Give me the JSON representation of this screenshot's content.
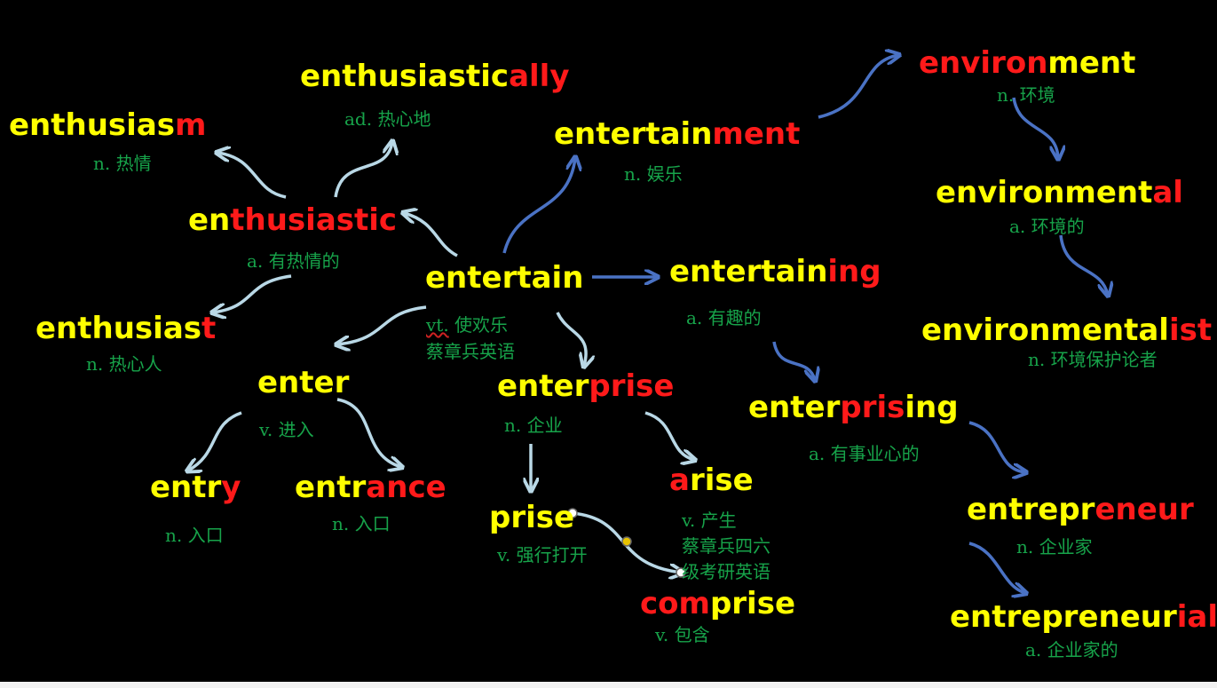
{
  "colors": {
    "root": "#ffff00",
    "affix": "#ff1a1a",
    "meaning": "#17a34a",
    "arrow_blue": "#4a72c4",
    "arrow_light": "#b9d8e6",
    "background": "#000000"
  },
  "words": [
    {
      "id": "enthusiastically",
      "parts": [
        "enthusiastic",
        "ally"
      ],
      "meaning": "ad. 热心地"
    },
    {
      "id": "enthusiasm",
      "parts": [
        "enthusias",
        "m"
      ],
      "meaning": "n. 热情"
    },
    {
      "id": "enthusiastic",
      "parts": [
        "en",
        "thusiastic"
      ],
      "meaning": "a. 有热情的"
    },
    {
      "id": "enthusiast",
      "parts": [
        "enthusias",
        "t"
      ],
      "meaning": "n. 热心人"
    },
    {
      "id": "entertainment",
      "parts": [
        "entertain",
        "ment"
      ],
      "meaning": "n. 娱乐"
    },
    {
      "id": "environment",
      "parts": [
        "environ",
        "ment"
      ],
      "meaning": "n. 环境"
    },
    {
      "id": "environmental",
      "parts": [
        "environment",
        "al"
      ],
      "meaning": "a. 环境的"
    },
    {
      "id": "environmentalist",
      "parts": [
        "environmental",
        "ist"
      ],
      "meaning": "n. 环境保护论者"
    },
    {
      "id": "entertain",
      "parts": [
        "entertain",
        ""
      ],
      "meaning": "vt. 使欢乐",
      "meaning_word": "vt.",
      "meaning_rest": " 使欢乐",
      "note": "蔡章兵英语"
    },
    {
      "id": "entertaining",
      "parts": [
        "entertain",
        "ing"
      ],
      "meaning": "a. 有趣的"
    },
    {
      "id": "enter",
      "parts": [
        "enter",
        ""
      ],
      "meaning": "v. 进入"
    },
    {
      "id": "enterprise",
      "parts": [
        "enter",
        "prise"
      ],
      "meaning": "n. 企业"
    },
    {
      "id": "enterprising",
      "parts": [
        "enter",
        "pris",
        "ing"
      ],
      "meaning": "a. 有事业心的"
    },
    {
      "id": "entry",
      "parts": [
        "entr",
        "y"
      ],
      "meaning": "n. 入口"
    },
    {
      "id": "entrance",
      "parts": [
        "entr",
        "ance"
      ],
      "meaning": "n. 入口"
    },
    {
      "id": "prise",
      "parts": [
        "prise",
        ""
      ],
      "meaning": "v. 强行打开"
    },
    {
      "id": "arise",
      "parts": [
        "a",
        "rise"
      ],
      "meaning": "v. 产生",
      "note1": "蔡章兵四六",
      "note2": "级考研英语"
    },
    {
      "id": "comprise",
      "parts": [
        "com",
        "prise"
      ],
      "meaning": "v. 包含"
    },
    {
      "id": "entrepreneur",
      "parts": [
        "entrepr",
        "eneur"
      ],
      "meaning": "n. 企业家"
    },
    {
      "id": "entrepreneurial",
      "parts": [
        "entrepreneur",
        "ial"
      ],
      "meaning": "a. 企业家的"
    }
  ]
}
